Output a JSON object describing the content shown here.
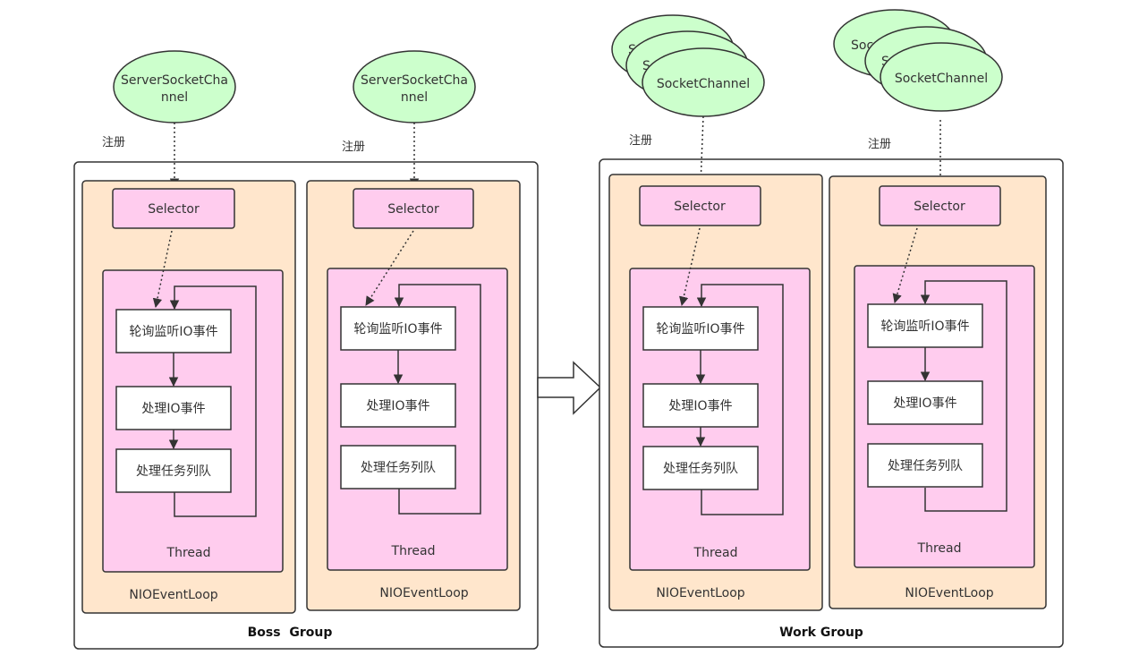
{
  "boss_group": {
    "label": "Boss  Group",
    "loops": [
      {
        "channel": {
          "line1": "ServerSocketCha",
          "line2": "nnel"
        },
        "register_label": "注册",
        "selector": "Selector",
        "steps": [
          "轮询监听IO事件",
          "处理IO事件",
          "处理任务列队"
        ],
        "thread": "Thread",
        "loop_label": "NIOEventLoop"
      },
      {
        "channel": {
          "line1": "ServerSocketCha",
          "line2": "nnel"
        },
        "register_label": "注册",
        "selector": "Selector",
        "steps": [
          "轮询监听IO事件",
          "处理IO事件",
          "处理任务列队"
        ],
        "thread": "Thread",
        "loop_label": "NIOEventLoop"
      }
    ]
  },
  "work_group": {
    "label": "Work Group",
    "loops": [
      {
        "channels_back": [
          "So",
          "So"
        ],
        "channel": "SocketChannel",
        "register_label": "注册",
        "selector": "Selector",
        "steps": [
          "轮询监听IO事件",
          "处理IO事件",
          "处理任务列队"
        ],
        "thread": "Thread",
        "loop_label": "NIOEventLoop"
      },
      {
        "channels_back": [
          "Soc",
          "So"
        ],
        "channel": "SocketChannel",
        "register_label": "注册",
        "selector": "Selector",
        "steps": [
          "轮询监听IO事件",
          "处理IO事件",
          "处理任务列队"
        ],
        "thread": "Thread",
        "loop_label": "NIOEventLoop"
      }
    ]
  },
  "colors": {
    "channel_fill": "#ccffcc",
    "loop_fill": "#ffe6cc",
    "thread_fill": "#ffccee",
    "selector_fill": "#ffccee",
    "step_fill": "#ffffff",
    "stroke": "#333333"
  }
}
